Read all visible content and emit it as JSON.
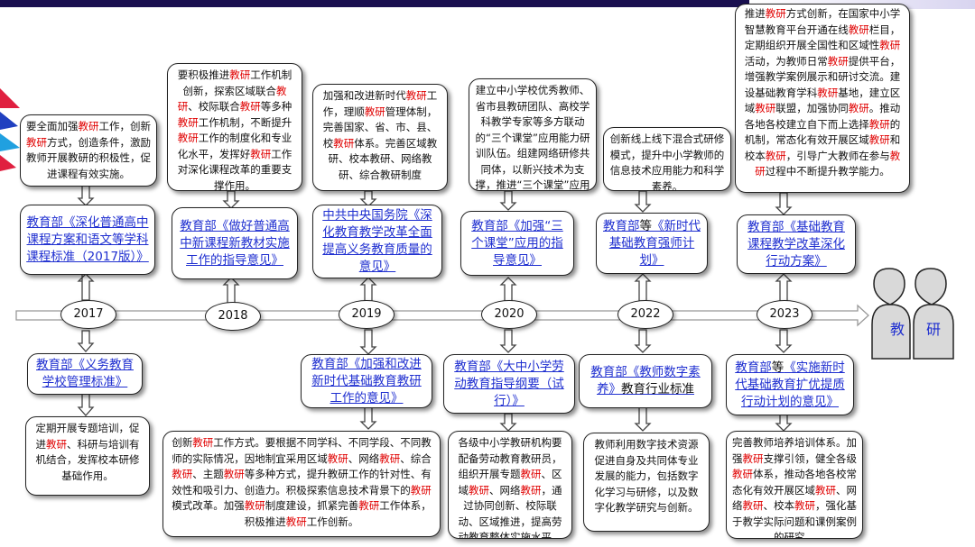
{
  "top_descriptions": [
    {
      "id": "2017",
      "parts": [
        {
          "t": "要全面加强"
        },
        {
          "t": "教研",
          "r": 1
        },
        {
          "t": "工作，创新"
        },
        {
          "t": "教研",
          "r": 1
        },
        {
          "t": "方式，创造条件，激励教师开展教研的积极性，促进课程有效实施。"
        }
      ]
    },
    {
      "id": "2018",
      "parts": [
        {
          "t": "要积极推进"
        },
        {
          "t": "教研",
          "r": 1
        },
        {
          "t": "工作机制创新，探索区域联合"
        },
        {
          "t": "教研",
          "r": 1
        },
        {
          "t": "、校际联合"
        },
        {
          "t": "教研",
          "r": 1
        },
        {
          "t": "等多种"
        },
        {
          "t": "教研",
          "r": 1
        },
        {
          "t": "工作机制，不断提升"
        },
        {
          "t": "教研",
          "r": 1
        },
        {
          "t": "工作的制度化和专业化水平，发挥好"
        },
        {
          "t": "教研",
          "r": 1
        },
        {
          "t": "工作对深化课程改革的重要支撑作用。"
        }
      ]
    },
    {
      "id": "2019",
      "parts": [
        {
          "t": "加强和改进新时代"
        },
        {
          "t": "教研",
          "r": 1
        },
        {
          "t": "工作，理顺"
        },
        {
          "t": "教研",
          "r": 1
        },
        {
          "t": "管理体制，完善国家、省、市、县、校"
        },
        {
          "t": "教研",
          "r": 1
        },
        {
          "t": "体系。完善区域教研、校本教研、网络教研、综合教研制度"
        }
      ]
    },
    {
      "id": "2020",
      "parts": [
        {
          "t": "建立中小学校优秀教师、省市县教研团队、高校学科教学专家等多方联动的“三个课堂”应用能力研训队伍。组建网络研修共同体，以新兴技术为支撑，推进“三个课堂”应用校本研修。"
        }
      ]
    },
    {
      "id": "2022",
      "parts": [
        {
          "t": "创新线上线下混合式研修模式，提升中小学教师的信息技术应用能力和科学素养。"
        }
      ]
    },
    {
      "id": "2023",
      "parts": [
        {
          "t": "推进"
        },
        {
          "t": "教研",
          "r": 1
        },
        {
          "t": "方式创新，在国家中小学智慧教育平台开通在线"
        },
        {
          "t": "教研",
          "r": 1
        },
        {
          "t": "栏目，定期组织开展全国性和区域性"
        },
        {
          "t": "教研",
          "r": 1
        },
        {
          "t": "活动，为教师日常"
        },
        {
          "t": "教研",
          "r": 1
        },
        {
          "t": "提供平台，增强教学案例展示和研讨交流。建设基础教育学科"
        },
        {
          "t": "教研",
          "r": 1
        },
        {
          "t": "基地，建立区域"
        },
        {
          "t": "教研",
          "r": 1
        },
        {
          "t": "联盟，加强协同"
        },
        {
          "t": "教研",
          "r": 1
        },
        {
          "t": "。推动各地各校建立自下而上选择"
        },
        {
          "t": "教研",
          "r": 1
        },
        {
          "t": "的机制，常态化有效开展区域"
        },
        {
          "t": "教研",
          "r": 1
        },
        {
          "t": "和校本"
        },
        {
          "t": "教研",
          "r": 1
        },
        {
          "t": "，引导广大教师在参与"
        },
        {
          "t": "教研",
          "r": 1
        },
        {
          "t": "过程中不断提升教学能力。"
        }
      ]
    }
  ],
  "top_policies": [
    {
      "id": "2017",
      "parts": [
        {
          "t": "教育部《深化普通高中课程方案和语文等学科课程标准（2017版）》"
        }
      ]
    },
    {
      "id": "2018",
      "parts": [
        {
          "t": "教育部《做好普通高中新课程新教材实施工作的指导意见》"
        }
      ]
    },
    {
      "id": "2019",
      "parts": [
        {
          "t": "中共中央国务院《深化教育教学改革全面提高义务教育质量的意见》"
        }
      ]
    },
    {
      "id": "2020",
      "parts": [
        {
          "t": "教育部《加强“三个课堂”应用的指导意见》"
        }
      ]
    },
    {
      "id": "2022",
      "parts": [
        {
          "t": "教育部"
        },
        {
          "t": "等",
          "k": 1
        },
        {
          "t": "《新时代基础教育强师计划》"
        }
      ]
    },
    {
      "id": "2023",
      "parts": [
        {
          "t": "教育部《基础教育课程教学改革深化行动方案》"
        }
      ]
    }
  ],
  "bottom_policies": [
    {
      "id": "2017",
      "parts": [
        {
          "t": "教育部《义务教育学校管理标准》"
        }
      ]
    },
    {
      "id": "2019",
      "parts": [
        {
          "t": "教育部《加强和改进新时代基础教育教研工作的意见》"
        }
      ]
    },
    {
      "id": "2020",
      "parts": [
        {
          "t": "教育部《大中小学劳动教育指导纲要（试行）》"
        }
      ]
    },
    {
      "id": "2022",
      "parts": [
        {
          "t": "教育部《教师数字素养》"
        },
        {
          "t": "教育行业标准",
          "k": 1
        }
      ]
    },
    {
      "id": "2023",
      "parts": [
        {
          "t": "教育部"
        },
        {
          "t": "等",
          "k": 1
        },
        {
          "t": "《实施新时代基础教育扩优提质行动计划的意见》"
        }
      ]
    }
  ],
  "bottom_descriptions": [
    {
      "id": "2017",
      "parts": [
        {
          "t": "定期开展专题培训，促进"
        },
        {
          "t": "教研",
          "r": 1
        },
        {
          "t": "、科研与培训有机结合，发挥校本研修基础作用。"
        }
      ]
    },
    {
      "id": "2019",
      "parts": [
        {
          "t": "创新"
        },
        {
          "t": "教研",
          "r": 1
        },
        {
          "t": "工作方式。要根据不同学科、不同学段、不同教师的实际情况，因地制宜采用区域"
        },
        {
          "t": "教研",
          "r": 1
        },
        {
          "t": "、网络"
        },
        {
          "t": "教研",
          "r": 1
        },
        {
          "t": "、综合"
        },
        {
          "t": "教研",
          "r": 1
        },
        {
          "t": "、主题"
        },
        {
          "t": "教研",
          "r": 1
        },
        {
          "t": "等多种方式，提升教研工作的针对性、有效性和吸引力、创造力。积极探索信息技术背景下的"
        },
        {
          "t": "教研",
          "r": 1
        },
        {
          "t": "模式改革。加强"
        },
        {
          "t": "教研",
          "r": 1
        },
        {
          "t": "制度建设，抓紧完善"
        },
        {
          "t": "教研",
          "r": 1
        },
        {
          "t": "工作体系，积极推进"
        },
        {
          "t": "教研",
          "r": 1
        },
        {
          "t": "工作创新。"
        }
      ]
    },
    {
      "id": "2020",
      "parts": [
        {
          "t": "各级中小学教研机构要配备劳动教育教研员，组织开展专题"
        },
        {
          "t": "教研",
          "r": 1
        },
        {
          "t": "、区域"
        },
        {
          "t": "教研",
          "r": 1
        },
        {
          "t": "、网络"
        },
        {
          "t": "教研",
          "r": 1
        },
        {
          "t": "，通过协同创新、校际联动、区域推进，提高劳动教育整体实施水平。"
        }
      ]
    },
    {
      "id": "2022",
      "parts": [
        {
          "t": "教师利用数字技术资源促进自身及共同体专业发展的能力，包括数字化学习与研修，以及数字化教学研究与创新。"
        }
      ]
    },
    {
      "id": "2023",
      "parts": [
        {
          "t": "完善教师培养培训体系。加强"
        },
        {
          "t": "教研",
          "r": 1
        },
        {
          "t": "支撑引领，健全各级"
        },
        {
          "t": "教研",
          "r": 1
        },
        {
          "t": "体系，推动各地各校常态化有效开展区域"
        },
        {
          "t": "教研",
          "r": 1
        },
        {
          "t": "、网络"
        },
        {
          "t": "教研",
          "r": 1
        },
        {
          "t": "、校本"
        },
        {
          "t": "教研",
          "r": 1
        },
        {
          "t": "，强化基于教学实际问题和课例案例的研究。"
        }
      ]
    }
  ],
  "years": {
    "y2017": "2017",
    "y2018": "2018",
    "y2019": "2019",
    "y2020": "2020",
    "y2022": "2022",
    "y2023": "2023"
  },
  "figures": {
    "left_label": "教",
    "right_label": "研"
  },
  "colors": {
    "link": "#1f2fd0",
    "highlight": "#e00000",
    "border": "#222222",
    "figure_fill": "#d9d9d9"
  }
}
